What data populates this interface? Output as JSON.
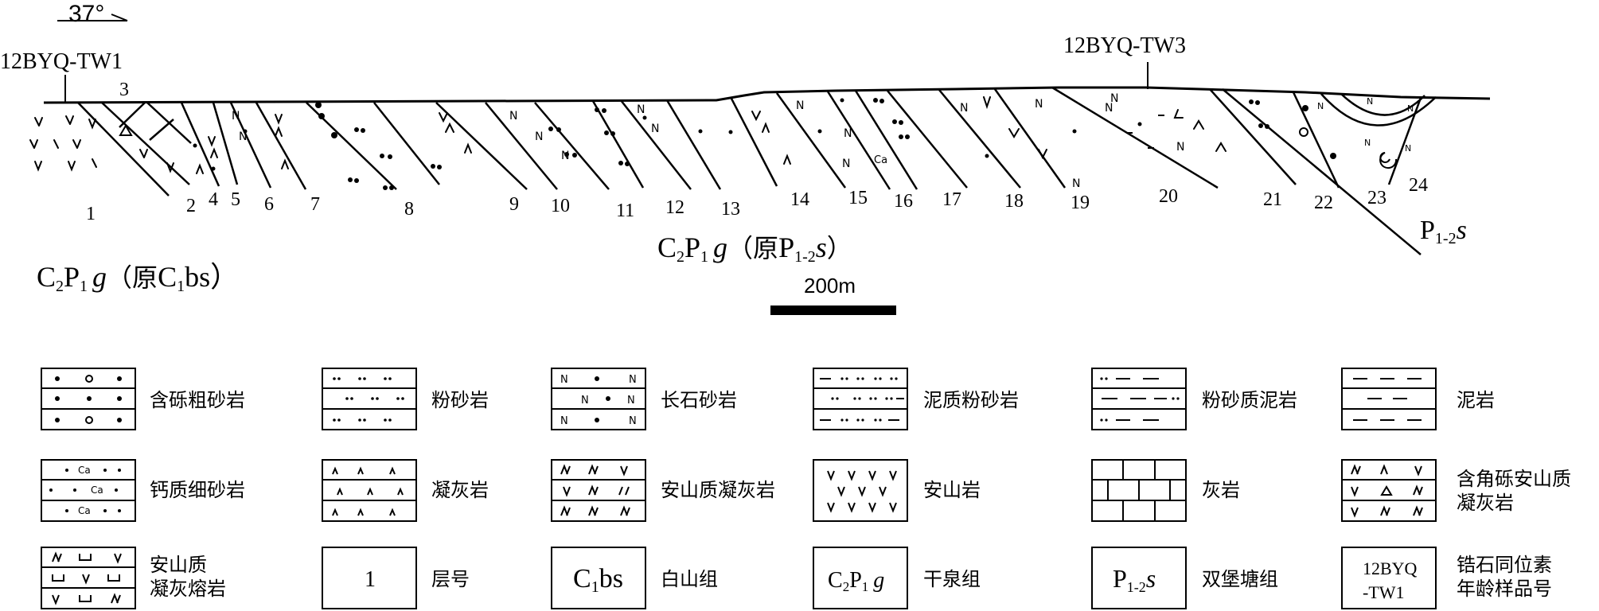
{
  "orientation": {
    "azimuth": "37°"
  },
  "samples": {
    "tw1": "12BYQ-TW1",
    "tw3": "12BYQ-TW3"
  },
  "layer_numbers": [
    "1",
    "2",
    "3",
    "4",
    "5",
    "6",
    "7",
    "8",
    "9",
    "10",
    "11",
    "12",
    "13",
    "14",
    "15",
    "16",
    "17",
    "18",
    "19",
    "20",
    "21",
    "22",
    "23",
    "24"
  ],
  "units": {
    "left": {
      "main": "C",
      "sub1": "2",
      "main2": "P",
      "sub2": "1",
      "italic": "g",
      "paren_open": "（原",
      "alt": "C",
      "alt_sub": "1",
      "alt_rest": "bs）"
    },
    "center": {
      "main": "C",
      "sub1": "2",
      "main2": "P",
      "sub2": "1",
      "italic": "g",
      "paren_open": "（原",
      "alt": "P",
      "alt_sub": "1-2",
      "alt_italic": "s",
      "paren_close": "）"
    },
    "right": {
      "main": "P",
      "sub": "1-2",
      "italic": "s"
    }
  },
  "scale_bar": {
    "label": "200m"
  },
  "legend": [
    {
      "key": "pebbly-coarse-sandstone",
      "label": "含砾粗砂岩"
    },
    {
      "key": "siltstone",
      "label": "粉砂岩"
    },
    {
      "key": "feldspathic-sandstone",
      "label": "长石砂岩"
    },
    {
      "key": "muddy-siltstone",
      "label": "泥质粉砂岩"
    },
    {
      "key": "silty-mudstone",
      "label": "粉砂质泥岩"
    },
    {
      "key": "mudstone",
      "label": "泥岩"
    },
    {
      "key": "calcareous-fine-sandstone",
      "label": "钙质细砂岩"
    },
    {
      "key": "tuff",
      "label": "凝灰岩"
    },
    {
      "key": "andesitic-tuff",
      "label": "安山质凝灰岩"
    },
    {
      "key": "andesite",
      "label": "安山岩"
    },
    {
      "key": "limestone",
      "label": "灰岩"
    },
    {
      "key": "breccia-andesitic-tuff",
      "label": "含角砾安山质",
      "label2": "凝灰岩"
    },
    {
      "key": "andesitic-welded-tuff",
      "label": "安山质",
      "label2": "凝灰熔岩"
    },
    {
      "key": "layer-number",
      "label": "层号",
      "box_text": "1"
    },
    {
      "key": "baishan-formation",
      "label": "白山组",
      "box_main": "C",
      "box_sub": "1",
      "box_rest": "bs"
    },
    {
      "key": "ganquan-formation",
      "label": "干泉组",
      "box_main": "C",
      "box_sub": "2",
      "box_main2": "P",
      "box_sub2": "1",
      "box_italic": "g"
    },
    {
      "key": "shuangbaotang-formation",
      "label": "双堡塘组",
      "box_main": "P",
      "box_sub": "1-2",
      "box_italic": "s"
    },
    {
      "key": "zircon-sample-number",
      "label": "锆石同位素",
      "label2": "年龄样品号",
      "box_line1": "12BYQ",
      "box_line2": "-TW1"
    }
  ],
  "symbols": {
    "calcium": "Ca",
    "feldspar": "N"
  }
}
